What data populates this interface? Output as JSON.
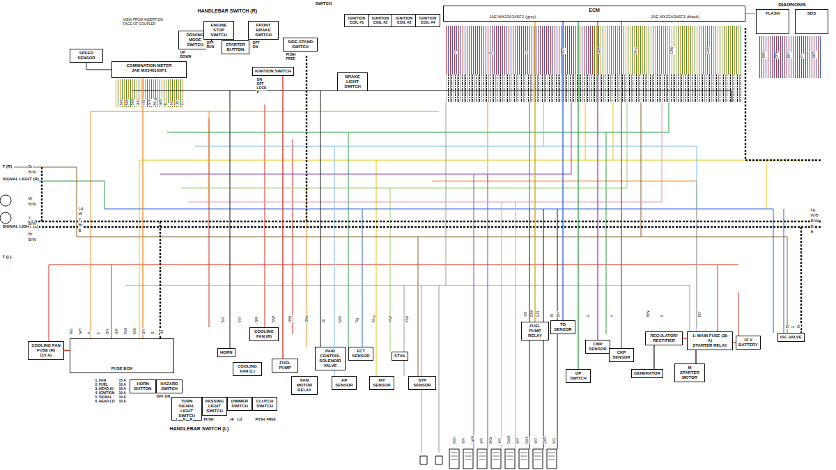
{
  "diagram": {
    "nodes": [
      {
        "text": [
          "SPEED SENSOR"
        ]
      },
      {
        "text": [
          "COMBINATION METER",
          "JAE MX34016SF1"
        ]
      },
      {
        "text": [
          "DRIVING MODE SWITCH"
        ]
      },
      {
        "text": [
          "ENGINE STOP SWITCH"
        ]
      },
      {
        "text": [
          "STARTER BUTTON"
        ]
      },
      {
        "text": [
          "FRONT BRAKE SWITCH"
        ]
      },
      {
        "text": [
          "SIDE-STAND SWITCH"
        ]
      },
      {
        "text": [
          "IGNITION SWITCH"
        ]
      },
      {
        "text": [
          "BRAKE LIGHT SWITCH"
        ]
      },
      {
        "text": [
          "IGNITION COIL #1"
        ]
      },
      {
        "text": [
          "IGNITION COIL #2"
        ]
      },
      {
        "text": [
          "IGNITION COIL #3"
        ]
      },
      {
        "text": [
          "IGNITION COIL #4"
        ]
      },
      {
        "text": [
          "ECM",
          "JAE MX23A34SF2 (grey)",
          "JAE MX23A34SF1 (black)"
        ]
      },
      {
        "text": [
          "DIAGNOSIS"
        ]
      },
      {
        "text": [
          "FLASH"
        ],
        "in": 14
      },
      {
        "text": [
          "SDS"
        ],
        "in": 14
      },
      {
        "text": [
          "COOLING FAN FUSE (R)",
          "(15 A)"
        ]
      },
      {
        "text": [
          "FUSE BOX"
        ]
      },
      {
        "text": [
          "HORN"
        ]
      },
      {
        "text": [
          "COOLING FAN (L)"
        ]
      },
      {
        "text": [
          "COOLING FAN (R)"
        ]
      },
      {
        "text": [
          "FUEL PUMP"
        ]
      },
      {
        "text": [
          "FAN MOTOR RELAY"
        ]
      },
      {
        "text": [
          "PAIR CONTROL SOLENOID VALVE"
        ]
      },
      {
        "text": [
          "AP SENSOR"
        ]
      },
      {
        "text": [
          "ECT SENSOR"
        ]
      },
      {
        "text": [
          "IAT SENSOR"
        ]
      },
      {
        "text": [
          "STVA"
        ]
      },
      {
        "text": [
          "STP SENSOR"
        ]
      },
      {
        "text": [
          "FUEL PUMP RELAY"
        ]
      },
      {
        "text": [
          "TO SENSOR"
        ]
      },
      {
        "text": [
          "GP SWITCH"
        ]
      },
      {
        "text": [
          "CMP SENSOR"
        ]
      },
      {
        "text": [
          "CKP SENSOR"
        ]
      },
      {
        "text": [
          "GENERATOR"
        ]
      },
      {
        "text": [
          "REGULATOR/ RECTIFIER"
        ]
      },
      {
        "text": [
          "M",
          "STARTER MOTOR"
        ]
      },
      {
        "text": [
          "1: MAIN FUSE (30 A)",
          "STARTER RELAY"
        ]
      },
      {
        "text": [
          "12 V",
          "BATTERY"
        ]
      },
      {
        "text": [
          "ISC VALVE"
        ]
      },
      {
        "text": [
          "HORN BUTTON"
        ]
      },
      {
        "text": [
          "HAZARD SWITCH"
        ]
      },
      {
        "text": [
          "TURN SIGNAL LIGHT SWITCH"
        ]
      },
      {
        "text": [
          "PASSING LIGHT SWITCH"
        ]
      },
      {
        "text": [
          "DIMMER SWITCH"
        ]
      },
      {
        "text": [
          "CLUTCH SWITCH"
        ]
      }
    ],
    "edges": [
      {
        "from": 18,
        "to": 17,
        "arrow": "none"
      },
      {
        "from": 1,
        "to": 18,
        "arrow": "none"
      },
      {
        "from": 30,
        "to": 13,
        "arrow": "none"
      },
      {
        "from": 31,
        "to": 13,
        "arrow": "none"
      },
      {
        "from": 32,
        "to": 13,
        "arrow": "none"
      },
      {
        "from": 33,
        "to": 13,
        "arrow": "none"
      },
      {
        "from": 34,
        "to": 13,
        "arrow": "none"
      },
      {
        "from": 35,
        "to": 36,
        "arrow": "none"
      },
      {
        "from": 36,
        "to": 38,
        "arrow": "none"
      },
      {
        "from": 38,
        "to": 39,
        "arrow": "none"
      },
      {
        "from": 37,
        "to": 38,
        "arrow": "none"
      },
      {
        "from": 13,
        "to": 14,
        "arrow": "none"
      },
      {
        "from": 7,
        "to": 22,
        "arrow": "none"
      },
      {
        "from": 0,
        "to": 1,
        "arrow": "none"
      }
    ],
    "labels": [
      "SWITCH",
      "HANDLEBAR SWITCH (R)",
      "VIEW FROM INSERTION FACE OF COUPLER",
      "HANDLEBAR SWITCH (L)",
      "T (R)",
      "SIGNAL LIGHT (R)",
      "SIGNAL LIGHT (L)",
      "T (L)",
      "1. FAN",
      "15 A",
      "2. FUEL",
      "10 A",
      "3. HEAD HI",
      "10 A",
      "4. IGNITION",
      "10 A",
      "5. SIGNAL",
      "10 A",
      "6. HEAD LO",
      "10 A",
      "ON",
      "OFF",
      "LOCK",
      "P",
      "OFF",
      "RUN",
      "OFF",
      "ON",
      "PUSH",
      "FREE",
      "UP",
      "DOWN",
      "OFF",
      "ON",
      "L",
      "N",
      "R",
      "PUSH",
      "HI",
      "LO",
      "PUSH",
      "FREE",
      "Lg",
      "W/B",
      "B/W",
      "Br",
      "B",
      "Br",
      "B/W",
      "W",
      "B/W",
      "Y",
      "B/W",
      "Br",
      "B/W",
      "Lg",
      "W",
      "Y",
      "Br",
      "B",
      "B/R",
      "B/Bl",
      "B/W",
      "O/G",
      "Y/B",
      "G/Y",
      "B/Lg",
      "W/B",
      "B",
      "Br",
      "Lbl",
      "Y",
      "R/G",
      "W/Y",
      "R",
      "B",
      "O/Y",
      "G/R",
      "B/W",
      "B/Bl",
      "O/Y",
      "O",
      "Lbl",
      "B/R",
      "Y/R",
      "O/R",
      "B/W",
      "O/Bl",
      "O/W",
      "Gr",
      "B/Bl",
      "Dg",
      "B/Lg",
      "P/W",
      "Y/W",
      "G",
      "B",
      "O",
      "Y/R",
      "W/B",
      "B/Lg",
      "G/W",
      "Gr/B",
      "B/Bl",
      "B/W",
      "B/Y",
      "Gr",
      "W/R",
      "Y/B",
      "O/W",
      "G/R",
      "Bl",
      "B/Y",
      "G",
      "Y",
      "B/W",
      "R",
      "B/Y",
      "B/Bl",
      "Y/R",
      "Lg/W",
      "Y/R",
      "B/Gr",
      "Y/R",
      "Gr/W",
      "Y/R",
      "Gr/Y",
      "Y/R",
      "Gr/R",
      "Y/R",
      "Bl",
      "G",
      "Br"
    ]
  }
}
